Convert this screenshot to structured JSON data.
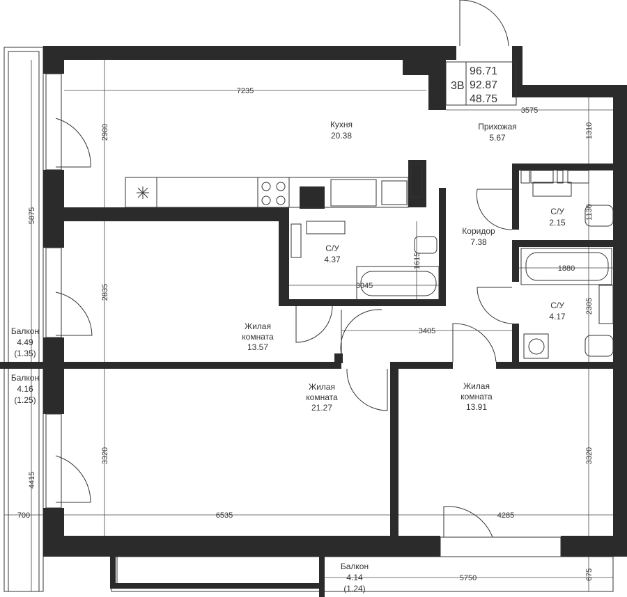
{
  "apartment": {
    "type": "3В",
    "areas": [
      "96.71",
      "92.87",
      "48.75"
    ]
  },
  "rooms": [
    {
      "name": "Кухня",
      "area": "20.38"
    },
    {
      "name": "Прихожая",
      "area": "5.67"
    },
    {
      "name": "С/У",
      "area": "2.15"
    },
    {
      "name": "Коридор",
      "area": "7.38"
    },
    {
      "name": "С/У",
      "area": "4.37"
    },
    {
      "name": "С/У",
      "area": "4.17"
    },
    {
      "name": "Жилая комната",
      "area": "13.57"
    },
    {
      "name": "Жилая комната",
      "area": "21.27"
    },
    {
      "name": "Жилая комната",
      "area": "13.91"
    }
  ],
  "balconies": [
    {
      "name": "Балкон",
      "area": "4.49",
      "reduced": "(1.35)"
    },
    {
      "name": "Балкон",
      "area": "4.16",
      "reduced": "(1.25)"
    },
    {
      "name": "Балкон",
      "area": "4.14",
      "reduced": "(1.24)"
    }
  ],
  "dimensions": {
    "kitchen_width": "7235",
    "kitchen_depth": "2980",
    "hall_width": "3575",
    "hall_depth": "1310",
    "left_total": "5875",
    "bath_small": "1130",
    "bath_depth": "1615",
    "bath_width": "3045",
    "room1_depth": "2835",
    "bath2_width": "1880",
    "bath2_depth": "2305",
    "corridor": "3405",
    "room2_depth": "3320",
    "room3_depth": "3320",
    "balcony_left": "4415",
    "balcony_width": "700",
    "room2_width": "6535",
    "room3_width": "4285",
    "balcony_bottom_width": "5750",
    "balcony_bottom_depth": "675"
  }
}
